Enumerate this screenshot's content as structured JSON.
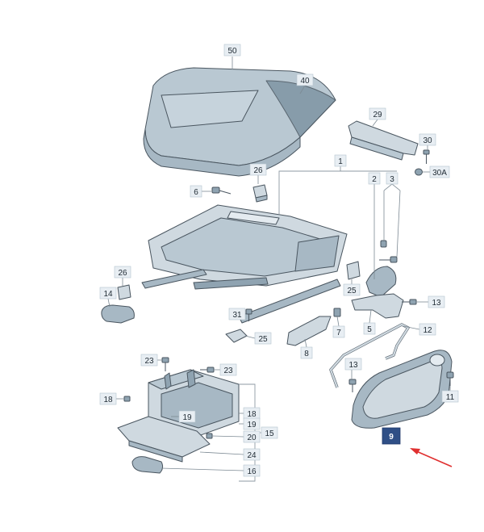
{
  "diagram": {
    "callouts": [
      {
        "id": "c50",
        "text": "50"
      },
      {
        "id": "c40",
        "text": "40"
      },
      {
        "id": "c29",
        "text": "29"
      },
      {
        "id": "c30",
        "text": "30"
      },
      {
        "id": "c30A",
        "text": "30A"
      },
      {
        "id": "c26a",
        "text": "26"
      },
      {
        "id": "c6",
        "text": "6"
      },
      {
        "id": "c1",
        "text": "1"
      },
      {
        "id": "c2",
        "text": "2"
      },
      {
        "id": "c3",
        "text": "3"
      },
      {
        "id": "c26b",
        "text": "26"
      },
      {
        "id": "c14",
        "text": "14"
      },
      {
        "id": "c25a",
        "text": "25"
      },
      {
        "id": "c13a",
        "text": "13"
      },
      {
        "id": "c31",
        "text": "31"
      },
      {
        "id": "c25b",
        "text": "25"
      },
      {
        "id": "c7",
        "text": "7"
      },
      {
        "id": "c5",
        "text": "5"
      },
      {
        "id": "c12",
        "text": "12"
      },
      {
        "id": "c8",
        "text": "8"
      },
      {
        "id": "c23a",
        "text": "23"
      },
      {
        "id": "c23b",
        "text": "23"
      },
      {
        "id": "c13b",
        "text": "13"
      },
      {
        "id": "c11",
        "text": "11"
      },
      {
        "id": "c18a",
        "text": "18"
      },
      {
        "id": "c19a",
        "text": "19"
      },
      {
        "id": "c18b",
        "text": "18"
      },
      {
        "id": "c19b",
        "text": "19"
      },
      {
        "id": "c15",
        "text": "15"
      },
      {
        "id": "c20",
        "text": "20"
      },
      {
        "id": "c24",
        "text": "24"
      },
      {
        "id": "c16",
        "text": "16"
      },
      {
        "id": "c9",
        "text": "9"
      }
    ],
    "highlight_color": "#2f4f86",
    "arrow_color": "#e03030"
  }
}
